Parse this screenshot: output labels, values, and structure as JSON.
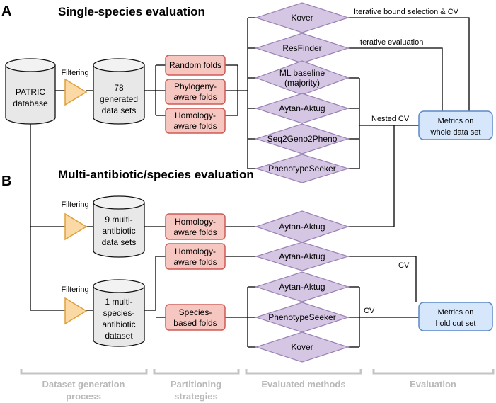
{
  "panels": {
    "a_letter": "A",
    "a_title": "Single-species evaluation",
    "b_letter": "B",
    "b_title": "Multi-antibiotic/species  evaluation"
  },
  "database": {
    "line1": "PATRIC",
    "line2": "database"
  },
  "filtering": {
    "label_a": "Filtering",
    "label_b1": "Filtering",
    "label_b2": "Filtering"
  },
  "datasets": {
    "a": [
      "78",
      "generated",
      "data sets"
    ],
    "b1": [
      "9 multi-",
      "antibiotic",
      "data sets"
    ],
    "b2": [
      "1 multi-",
      "species-",
      "antibiotic",
      "dataset"
    ]
  },
  "folds": {
    "random": [
      "Random folds"
    ],
    "phylogeny": [
      "Phylogeny-",
      "aware folds"
    ],
    "homology_a": [
      "Homology-",
      "aware folds"
    ],
    "homology_b1": [
      "Homology-",
      "aware folds"
    ],
    "homology_b2": [
      "Homology-",
      "aware folds"
    ],
    "species": [
      "Species-",
      "based folds"
    ]
  },
  "methods": {
    "kover_a": [
      "Kover"
    ],
    "resfinder": [
      "ResFinder"
    ],
    "ml_baseline": [
      "ML baseline",
      "(majority)"
    ],
    "aytan_a": [
      "Aytan-Aktug"
    ],
    "seq2geno": [
      "Seq2Geno2Pheno"
    ],
    "phenotypeseeker_a": [
      "PhenotypeSeeker"
    ],
    "aytan_b1": [
      "Aytan-Aktug"
    ],
    "aytan_b2": [
      "Aytan-Aktug"
    ],
    "aytan_b3": [
      "Aytan-Aktug"
    ],
    "phenotypeseeker_b": [
      "PhenotypeSeeker"
    ],
    "kover_b": [
      "Kover"
    ]
  },
  "annotations": {
    "iterative_bound": "Iterative bound selection & CV",
    "iterative_eval": "Iterative evaluation",
    "nested_cv": "Nested CV",
    "cv_upper": "CV",
    "cv_lower": "CV"
  },
  "metrics": {
    "whole": [
      "Metrics on",
      "whole data set"
    ],
    "holdout": [
      "Metrics on",
      "hold out set"
    ]
  },
  "footer": {
    "dataset_generation": [
      "Dataset generation",
      "process"
    ],
    "partitioning": [
      "Partitioning",
      "strategies"
    ],
    "evaluated_methods": [
      "Evaluated methods"
    ],
    "evaluation": [
      "Evaluation"
    ]
  },
  "colors": {
    "fold_fill": "#f6c6c1",
    "fold_stroke": "#cf5a55",
    "diamond_fill": "#d5c6e3",
    "metric_fill": "#d7e7fb",
    "metric_stroke": "#5d89c6",
    "filter_fill": "#fbd9a5",
    "filter_stroke": "#e0a03c",
    "cylinder_fill": "#e8e8e8"
  }
}
